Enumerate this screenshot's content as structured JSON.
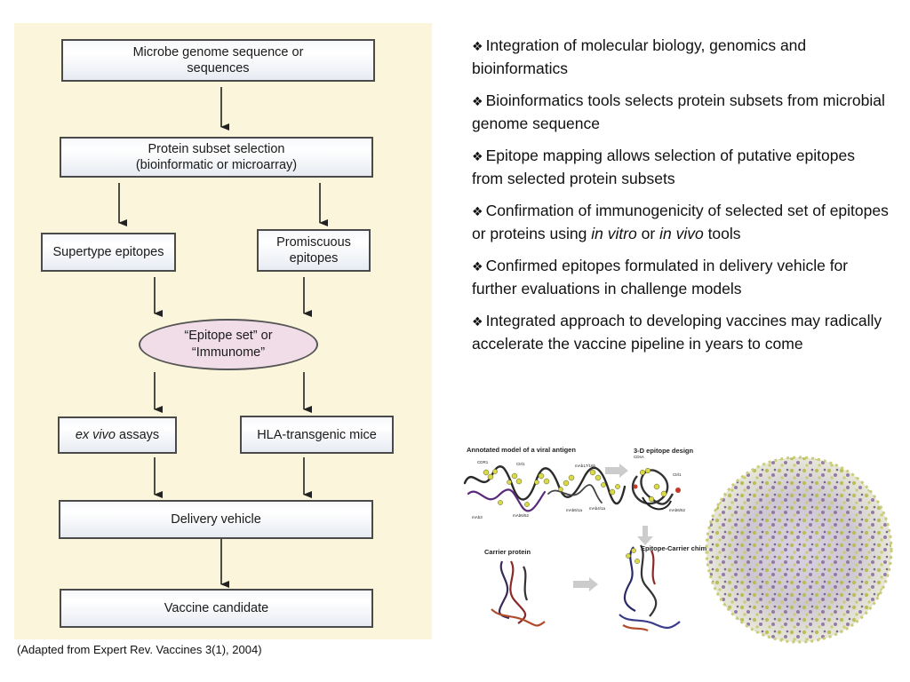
{
  "flowchart": {
    "genome": "Microbe genome sequence or\nsequences",
    "protein_subset": "Protein subset selection\n(bioinformatic or microarray)",
    "supertype": "Supertype epitopes",
    "promiscuous": "Promiscuous\nepitopes",
    "epitope_set": "“Epitope set” or\n“Immunome”",
    "ex_vivo_italic": "ex vivo",
    "ex_vivo_rest": " assays",
    "hla": "HLA-transgenic mice",
    "delivery": "Delivery vehicle",
    "vaccine": "Vaccine candidate",
    "colors": {
      "panel": "#fbf5dc",
      "oval": "#f1dde8",
      "box_border": "#4a4a4a"
    }
  },
  "bullets": {
    "marker": "❖",
    "items": [
      "Integration of molecular biology, genomics and bioinformatics",
      "Bioinformatics tools selects protein subsets from microbial genome sequence",
      "Epitope mapping allows selection of putative epitopes from selected protein subsets",
      {
        "part1": "Confirmation of immunogenicity of selected set of epitopes or proteins using ",
        "italic1": "in vitro",
        "part2": " or ",
        "italic2": "in vivo",
        "part3": " tools"
      },
      "Confirmed epitopes formulated in delivery vehicle for further evaluations in challenge models",
      "Integrated approach to developing vaccines may radically accelerate the vaccine pipeline in years to come"
    ]
  },
  "citation": "(Adapted from Expert Rev. Vaccines 3(1), 2004)",
  "figure": {
    "annotated_title": "Annotated model of a viral antigen",
    "design_title": "3-D epitope design",
    "carrier_title": "Carrier protein",
    "chimeric_title": "Epitope-Carrier\nchimeric protein",
    "labels": [
      "CDR1",
      "Ctrl1",
      "mAb17/16b",
      "mAb4/1a",
      "mAb6/52",
      "mAb3",
      "mAb6/1a",
      "CDsA",
      "Ctrl1",
      "mAb6/52"
    ]
  }
}
